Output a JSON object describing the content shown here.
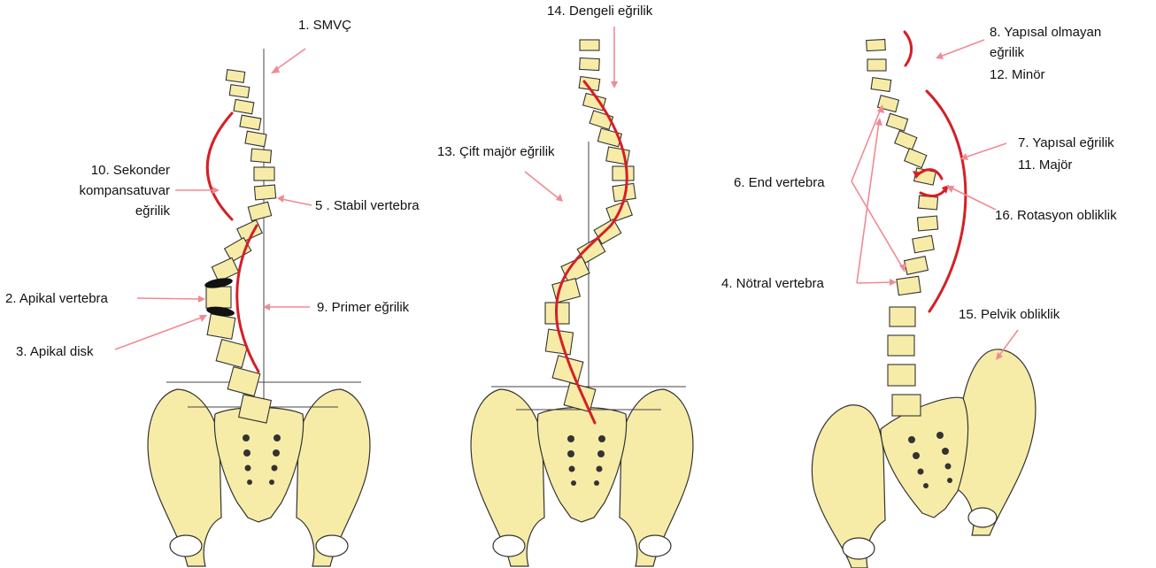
{
  "colors": {
    "bone": "#f7eca7",
    "outline": "#333333",
    "curve": "#d51f26",
    "arrow": "#f08a94",
    "text": "#111111"
  },
  "labels": {
    "smvc": "1. SMVÇ",
    "apikal_vertebra": "2. Apikal vertebra",
    "apikal_disk": "3. Apikal disk",
    "notral_vertebra": "4. Nötral vertebra",
    "stabil_vertebra": "5 . Stabil vertebra",
    "end_vertebra": "6. End vertebra",
    "yapisal_egrilik": "7. Yapısal eğrilik",
    "yapisal_olmayan_1": "8. Yapısal olmayan",
    "yapisal_olmayan_2": "eğrilik",
    "primer_egrilik": "9. Primer eğrilik",
    "sekonder_1": "10. Sekonder",
    "sekonder_2": "kompansatuvar",
    "sekonder_3": "eğrilik",
    "major": "11. Majör",
    "minor": "12. Minör",
    "cift_major": "13. Çift majör eğrilik",
    "dengeli": "14. Dengeli eğrilik",
    "pelvik": "15. Pelvik obliklik",
    "rotasyon": "16. Rotasyon obliklik"
  }
}
